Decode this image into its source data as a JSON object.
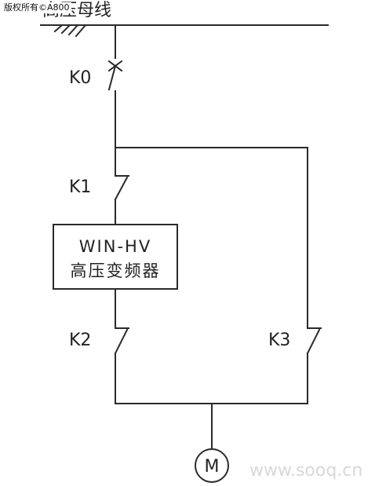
{
  "copyright": "版权所有©A800",
  "bus_label": "高压母线",
  "switches": {
    "k0": "K0",
    "k1": "K1",
    "k2": "K2",
    "k3": "K3"
  },
  "inverter": {
    "line1": "WIN-HV",
    "line2": "高压变频器"
  },
  "motor_label": "M",
  "watermark": "www.sooq.cn"
}
